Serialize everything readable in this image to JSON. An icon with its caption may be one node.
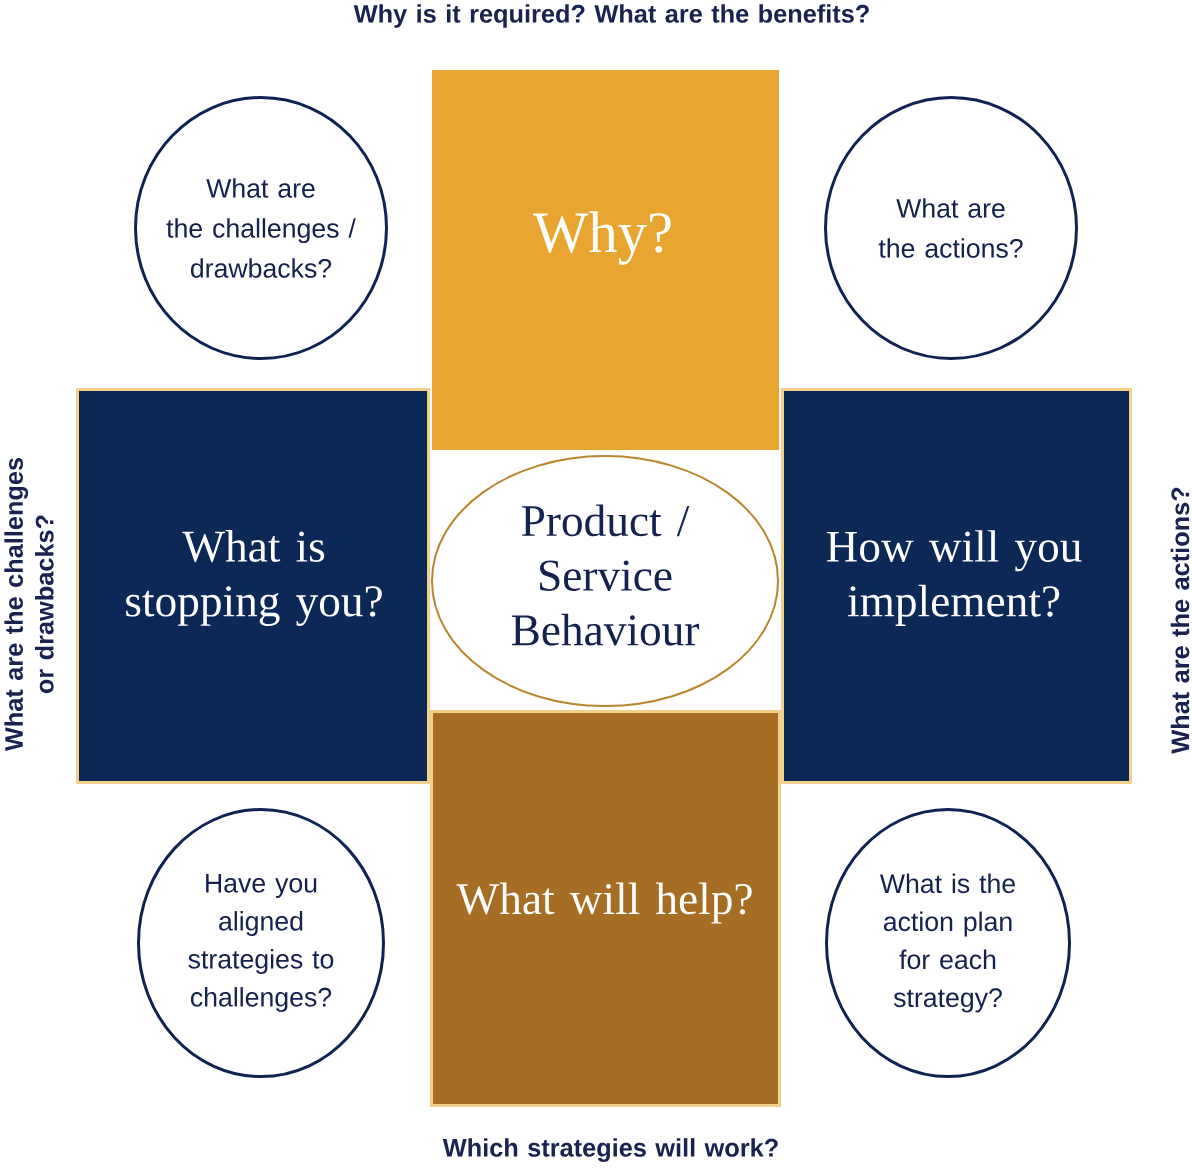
{
  "diagram": {
    "nodes": [
      {
        "text": [
          "What are the challenges / drawbacks?"
        ]
      },
      {
        "text": [
          "Why?"
        ],
        "beside": [
          "Why is it required? What are the benefits?"
        ]
      },
      {
        "text": [
          "What are the actions?"
        ]
      },
      {
        "text": [
          "What is stopping you?"
        ],
        "beside": [
          "What are the challenges or drawbacks?"
        ]
      },
      {
        "text": [
          "Product / Service Behaviour"
        ]
      },
      {
        "text": [
          "How will you implement?"
        ],
        "beside": [
          "What are the actions?"
        ]
      },
      {
        "text": [
          "Have you aligned strategies to challenges?"
        ]
      },
      {
        "text": [
          "What will help?"
        ],
        "beside": [
          "Which strategies will work?"
        ]
      },
      {
        "text": [
          "What is the action plan for each strategy?"
        ]
      }
    ]
  }
}
